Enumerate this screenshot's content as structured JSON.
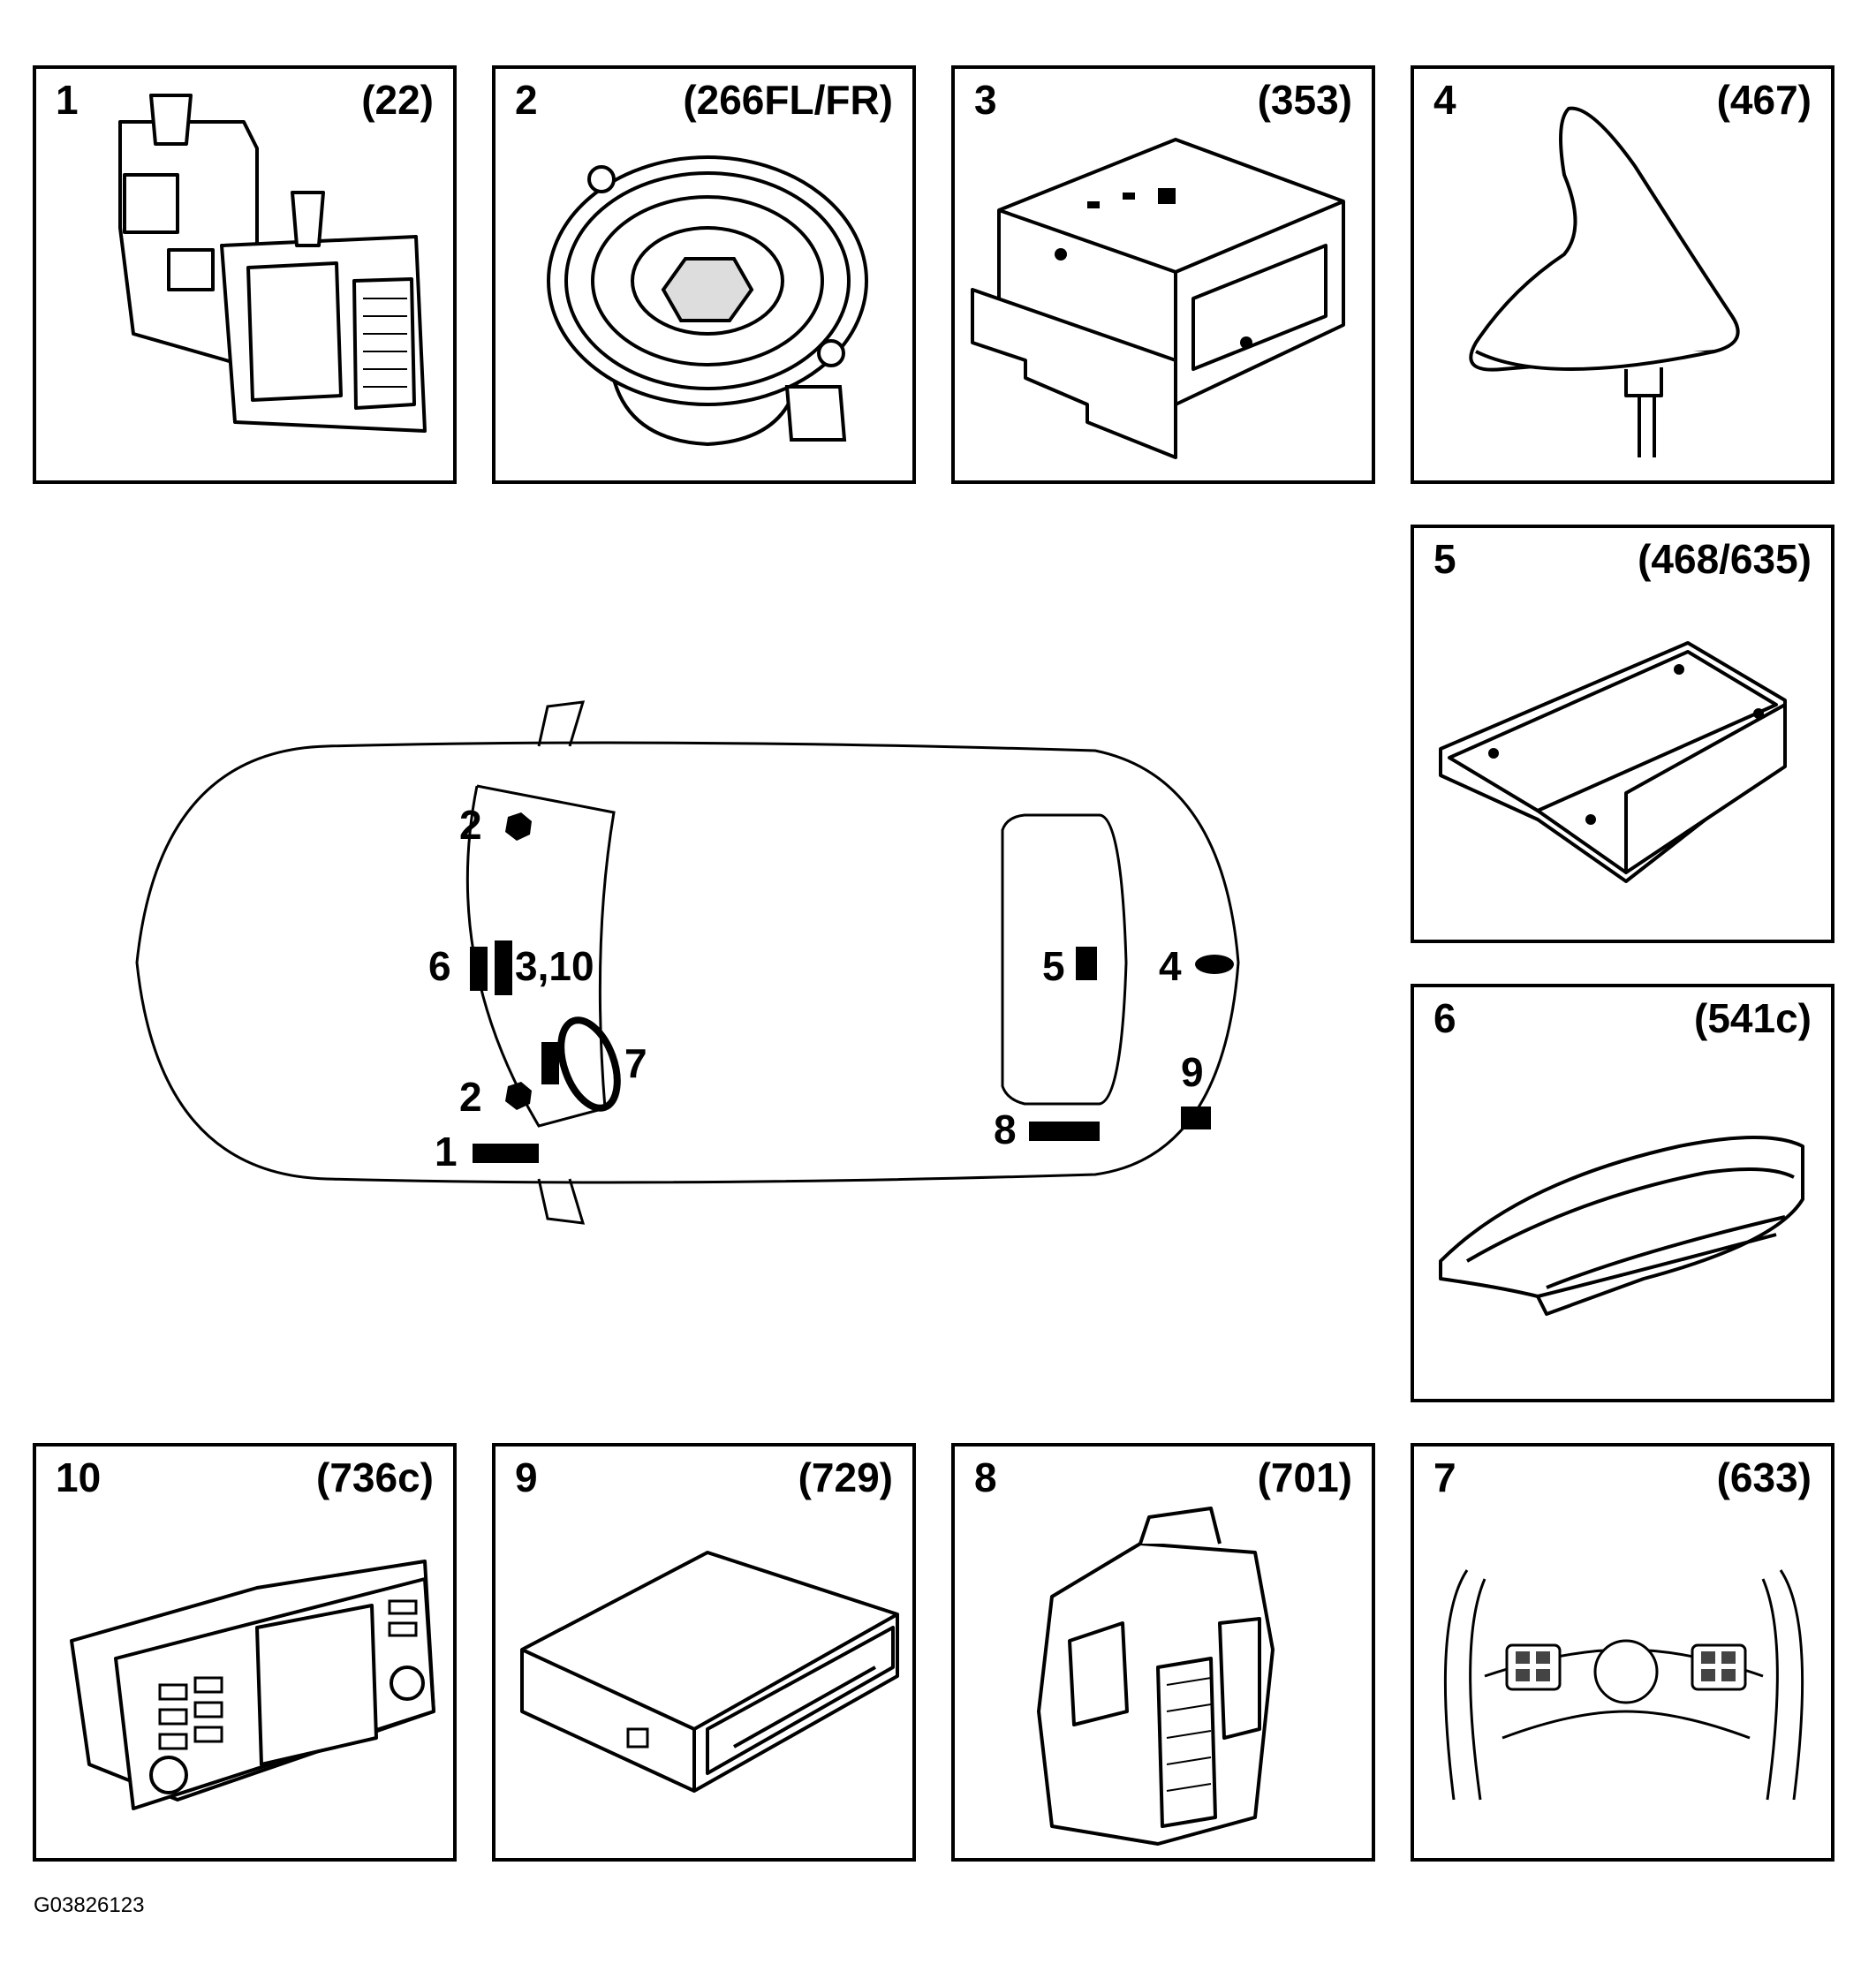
{
  "panels": [
    {
      "number": "1",
      "code": "(22)",
      "icon": "fuse-relay-box"
    },
    {
      "number": "2",
      "code": "(266FL/FR)",
      "icon": "loudspeaker"
    },
    {
      "number": "3",
      "code": "(353)",
      "icon": "radio-unit"
    },
    {
      "number": "4",
      "code": "(467)",
      "icon": "shark-fin-antenna"
    },
    {
      "number": "5",
      "code": "(468/635)",
      "icon": "control-module"
    },
    {
      "number": "6",
      "code": "(541c)",
      "icon": "instrument-cluster"
    },
    {
      "number": "7",
      "code": "(633)",
      "icon": "steering-wheel-controls"
    },
    {
      "number": "8",
      "code": "(701)",
      "icon": "fuse-box"
    },
    {
      "number": "9",
      "code": "(729)",
      "icon": "cd-changer"
    },
    {
      "number": "10",
      "code": "(736c)",
      "icon": "navigation-head-unit"
    }
  ],
  "car_labels": {
    "speaker_front": "2",
    "speaker_rear": "2",
    "cluster": "6",
    "radio_nav": "3,10",
    "steering": "7",
    "fusebox_front": "1",
    "module": "5",
    "antenna": "4",
    "cd_changer": "9",
    "fusebox_rear": "8"
  },
  "figure_id": "G03826123"
}
